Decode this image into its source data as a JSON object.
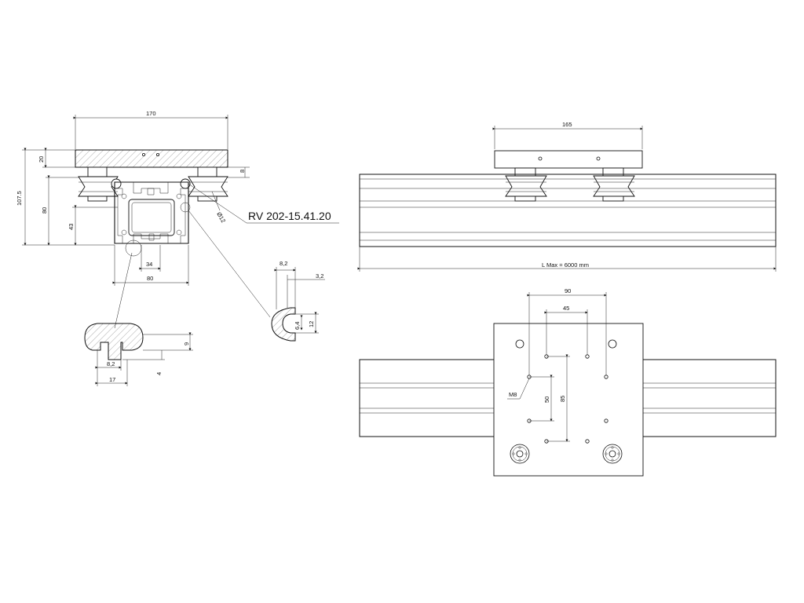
{
  "drawing": {
    "part_label": "RV 202-15.41.20",
    "section_view": {
      "width_top": "170",
      "height_total": "107.5",
      "plate_thickness": "20",
      "profile_height": "80",
      "inner_height": "43",
      "gap": "8",
      "wheel_diameter": "Ø12",
      "slot_spacing": "34",
      "profile_width": "80"
    },
    "detail_rail": {
      "width": "17",
      "slot": "8,2",
      "depth": "9",
      "offset": "4"
    },
    "detail_clip": {
      "width": "8,2",
      "lip": "3,2",
      "inner": "6,4",
      "height": "12"
    },
    "side_view": {
      "plate_length": "165",
      "rail_length": "L Max = 6000 mm"
    },
    "top_view": {
      "hole_spacing_outer": "90",
      "hole_spacing_inner": "45",
      "vertical_a": "50",
      "vertical_b": "85",
      "thread": "M8"
    }
  }
}
